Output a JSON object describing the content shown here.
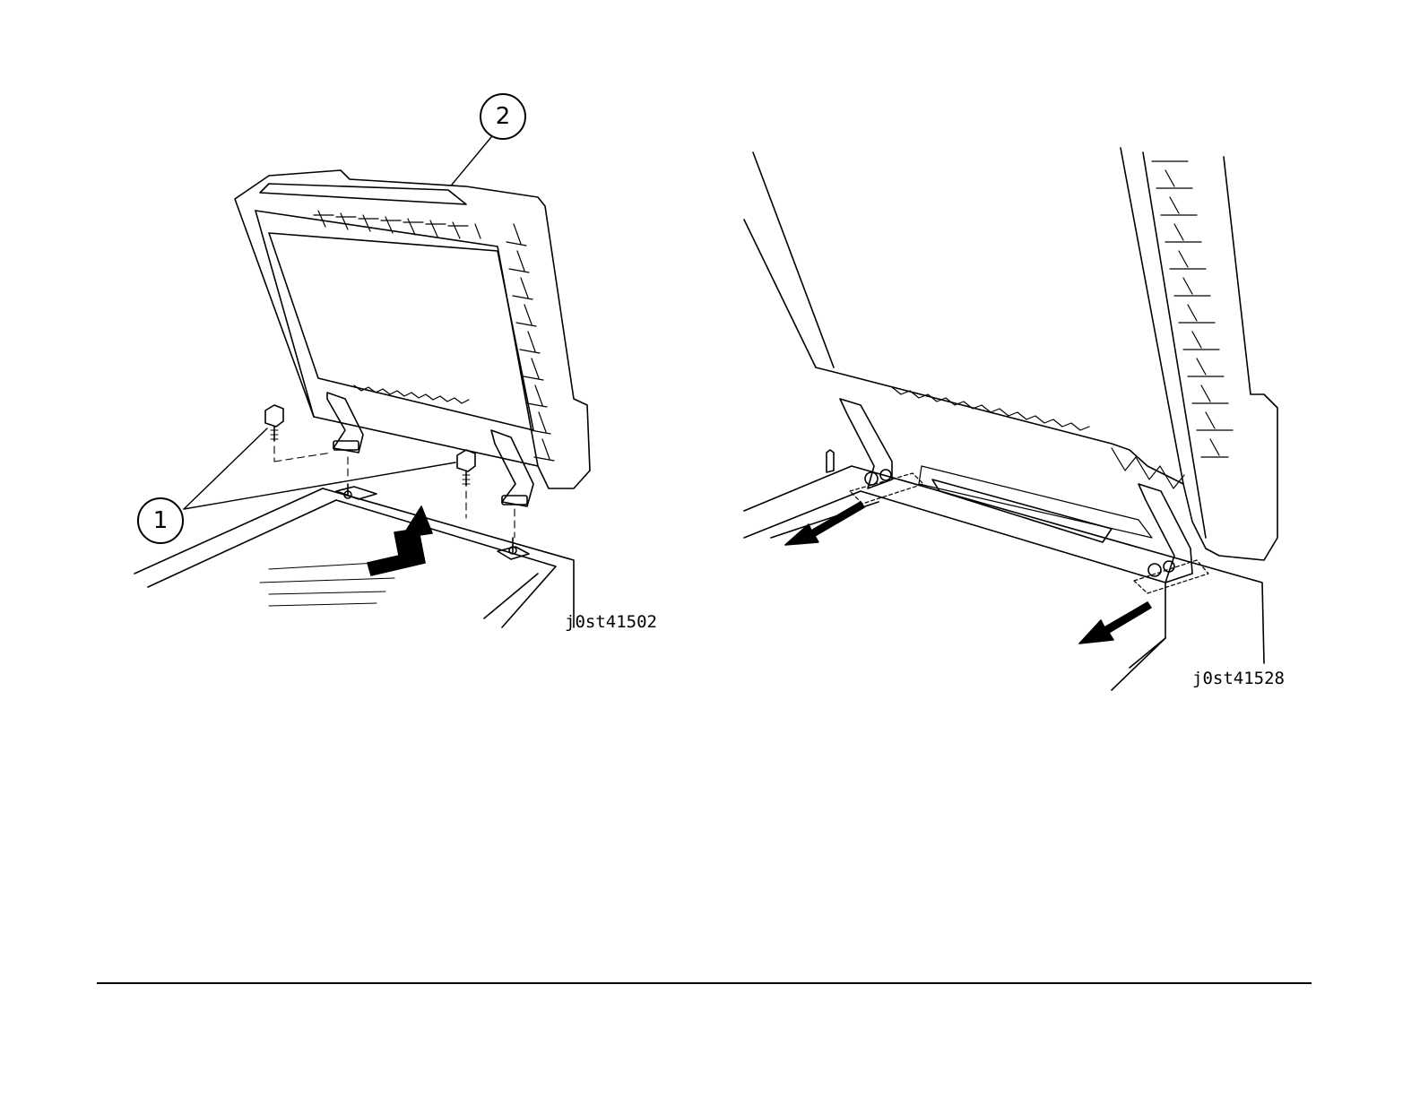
{
  "figures": [
    {
      "figure_id": "j0st41502",
      "callouts": [
        {
          "label": "1"
        },
        {
          "label": "2"
        }
      ]
    },
    {
      "figure_id": "j0st41528"
    }
  ]
}
